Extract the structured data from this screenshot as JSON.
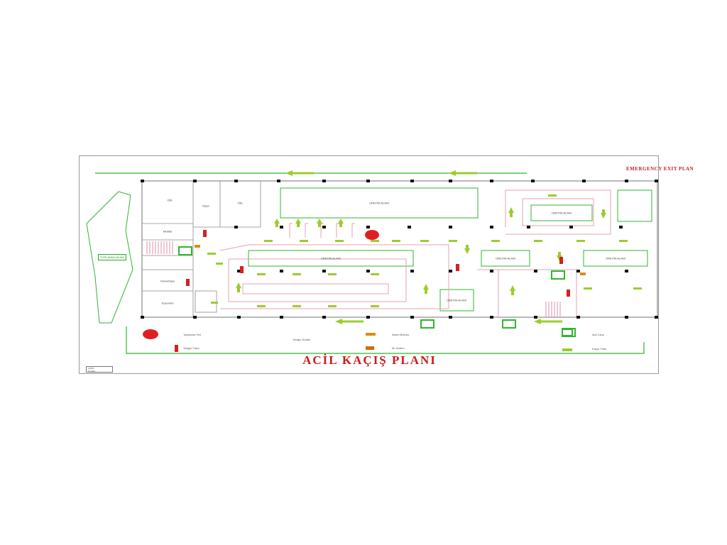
{
  "plan": {
    "header_title": "EMERGENCY EXIT PLAN",
    "main_title": "ACİL KAÇIŞ PLANI",
    "assembly_area_label": "TOPLANMA ALANI",
    "zones": [
      {
        "label": "Ofis"
      },
      {
        "label": "Depo"
      },
      {
        "label": "Ofis"
      },
      {
        "label": "ÜRETİM ALANI"
      },
      {
        "label": "ÜRETİM ALANI"
      },
      {
        "label": "ÜRETİM ALANI"
      },
      {
        "label": "ÜRETİM ALANI"
      },
      {
        "label": "ÜRETİM ALANI"
      },
      {
        "label": "ÜRETİM ALANI"
      },
      {
        "label": "Mutfak"
      },
      {
        "label": "Yemekhane"
      },
      {
        "label": "Soyunma"
      }
    ],
    "legend": [
      {
        "symbol": "assembly-point",
        "label": "Toplanma Yeri"
      },
      {
        "symbol": "fire-extinguisher",
        "label": "Yangın Tüpü"
      },
      {
        "symbol": "fire-hose",
        "label": "Yangın Dolabı"
      },
      {
        "symbol": "alarm-button",
        "label": "Alarm Butonu"
      },
      {
        "symbol": "first-aid",
        "label": "İlk Yardım"
      },
      {
        "symbol": "exit-door",
        "label": "Acil Çıkış"
      },
      {
        "symbol": "exit-arrow",
        "label": "Kaçış Yönü"
      }
    ],
    "title_block": [
      "ÇİZİM",
      "ÖLÇEK"
    ],
    "colors": {
      "route": "#2fb52f",
      "arrow": "#9ccc2e",
      "wall": "#e5a3b3",
      "column": "#111111",
      "extinguisher": "#d42020",
      "title": "#cc1b1b"
    }
  }
}
